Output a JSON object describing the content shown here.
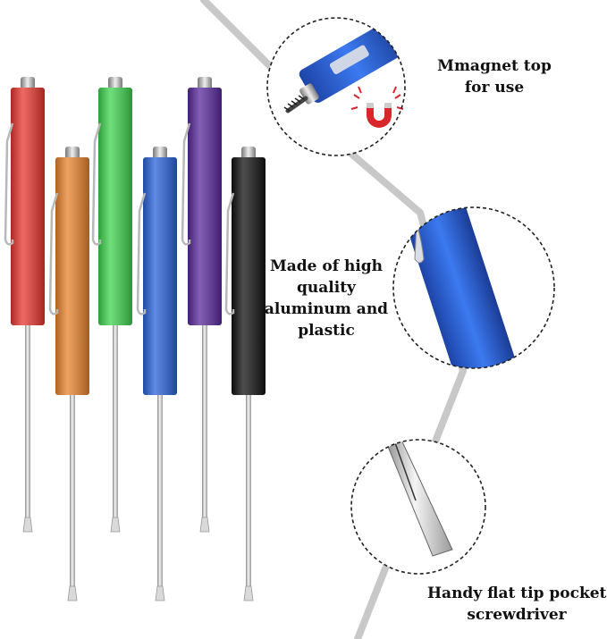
{
  "captions": {
    "magnet": [
      "Mmagnet top",
      "for use"
    ],
    "material": [
      "Made of high",
      "quality",
      "aluminum and",
      "plastic"
    ],
    "tip": [
      "Handy flat tip pocket",
      "screwdriver"
    ]
  },
  "screwdrivers": [
    {
      "name": "red",
      "color": "#e8372f"
    },
    {
      "name": "orange",
      "color": "#e8842f"
    },
    {
      "name": "green",
      "color": "#3fd44f"
    },
    {
      "name": "blue",
      "color": "#2a63d9"
    },
    {
      "name": "purple",
      "color": "#5a2a9c"
    },
    {
      "name": "black",
      "color": "#111111"
    }
  ],
  "magnet_icon": {
    "name": "magnet-icon",
    "color": "#d8262a"
  }
}
